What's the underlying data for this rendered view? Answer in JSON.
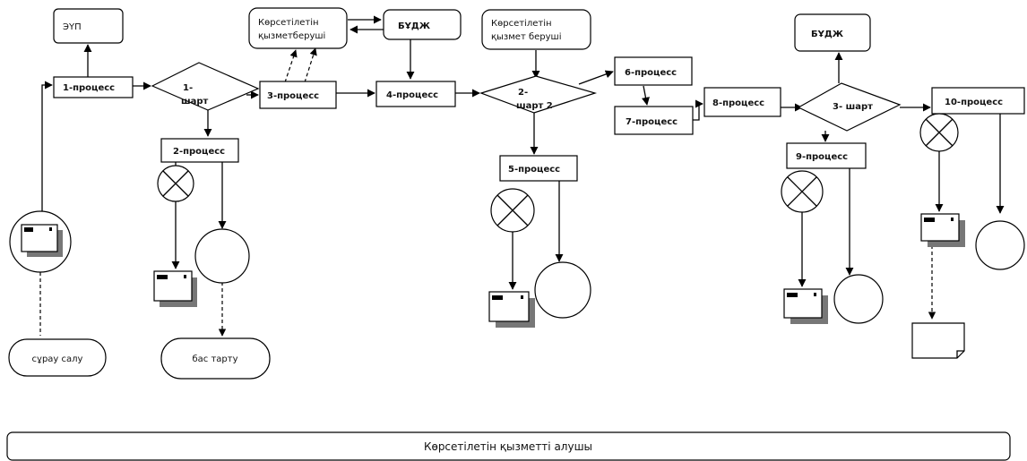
{
  "nodes": {
    "eup": "ЭҮП",
    "kserv_top1": [
      "Көрсетілетін",
      "қызметберуші"
    ],
    "budj_top": "БҰДЖ",
    "kserv_top2": [
      "Көрсетілетін",
      "қызмет беруші"
    ],
    "budj_right": "БҰДЖ",
    "p1": "1-процесс",
    "p2": "2-процесс",
    "p3": "3-процесс",
    "p4": "4-процесс",
    "p5": "5-процесс",
    "p6": "6-процесс",
    "p7": "7-процесс",
    "p8": "8-процесс",
    "p9": "9-процесс",
    "p10": "10-процесс",
    "d1": [
      "1-",
      "шарт"
    ],
    "d2": [
      "2-",
      "шарт 2"
    ],
    "d3": "3- шарт",
    "start": "сұрау салу",
    "cancel": "бас тарту"
  },
  "footer": {
    "label": "Көрсетілетін қызметті алушы"
  }
}
